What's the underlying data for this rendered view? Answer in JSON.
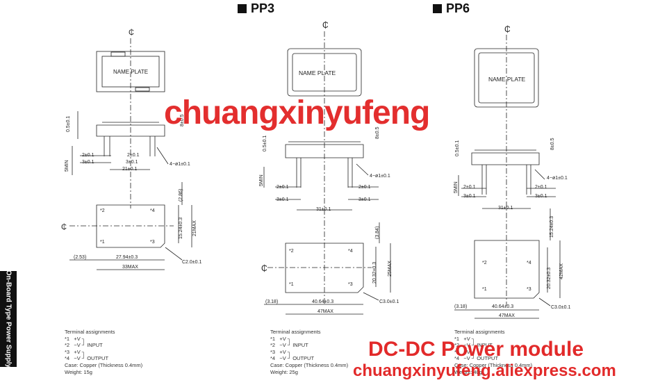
{
  "sections": {
    "pp3": {
      "title": "PP3"
    },
    "pp6": {
      "title": "PP6"
    }
  },
  "side_label": "On-Board Type Power Supply",
  "centerline_symbol": "₵",
  "drawings": {
    "left": {
      "name_plate": "NAME PLATE",
      "dims": {
        "h_05": "0.5±0.1",
        "h_8": "8±0.5",
        "pin_2": "2±0.1",
        "pin_2b": "2±0.1",
        "pin_3": "3±0.1",
        "pin_3b": "3±0.1",
        "span_21": "21±0.1",
        "holes": "4−ø1±0.1",
        "min5": "5MIN",
        "v_286": "(2.86)",
        "v_152": "15.24±0.3",
        "v_21max": "21MAX",
        "h_253": "(2.53)",
        "h_2794": "27.94±0.3",
        "h_33max": "33MAX",
        "chamfer": "C2.0±0.1"
      },
      "pins": {
        "p1": "*1",
        "p2": "*2",
        "p3": "*3",
        "p4": "*4"
      }
    },
    "mid": {
      "name_plate": "NAME PLATE",
      "dims": {
        "h_05": "0.5±0.1",
        "h_8": "8±0.5",
        "pin_2": "2±0.1",
        "pin_2b": "2±0.1",
        "pin_3": "3±0.1",
        "pin_3b": "3±0.1",
        "span_31": "31±0.1",
        "holes": "4−ø1±0.1",
        "min5": "5MIN",
        "v_384": "(3.84)",
        "v_2032": "20.32±0.3",
        "v_25max": "25MAX",
        "h_318": "(3.18)",
        "h_4064": "40.64±0.3",
        "h_47max": "47MAX",
        "chamfer": "C3.0±0.1"
      },
      "pins": {
        "p1": "*1",
        "p2": "*2",
        "p3": "*3",
        "p4": "*4"
      }
    },
    "right": {
      "name_plate": "NAME PLATE",
      "dims": {
        "h_05": "0.5±0.1",
        "h_8": "8±0.5",
        "pin_2": "2±0.1",
        "pin_2b": "2±0.1",
        "pin_3": "3±0.1",
        "pin_3b": "3±0.1",
        "span_31": "31±0.1",
        "holes": "4−ø1±0.1",
        "min5": "5MIN",
        "v_1524": "15.24±0.3",
        "v_2032": "20.32±0.3",
        "v_42max": "42MAX",
        "h_318": "(3.18)",
        "h_4064": "40.64±0.3",
        "h_47max": "47MAX",
        "chamfer": "C3.0±0.1"
      },
      "pins": {
        "p1": "*1",
        "p2": "*2",
        "p3": "*3",
        "p4": "*4"
      }
    }
  },
  "notes": {
    "left": {
      "heading": "Terminal assignments",
      "rows": [
        "*1   +V ┐",
        "*2   −V ┘ INPUT",
        "*3   +V ┐",
        "*4   −V ┘ OUTPUT"
      ],
      "case": "Case: Copper (Thickness 0.4mm)",
      "weight": "Weight: 15g"
    },
    "mid": {
      "heading": "Terminal assignments",
      "rows": [
        "*1   +V ┐",
        "*2   −V ┘ INPUT",
        "*3   +V ┐",
        "*4   −V ┘ OUTPUT"
      ],
      "case": "Case: Copper (Thickness 0.4mm)",
      "weight": "Weight: 25g"
    },
    "right": {
      "heading": "Terminal assignments",
      "rows": [
        "*1   +V ┐",
        "*2   −V ┘ INPUT",
        "*3   +V ┐",
        "*4   −V ┘ OUTPUT"
      ],
      "case": "Case: Copper (Thickness 0.4mm)",
      "weight": "Weight: 40g"
    }
  },
  "watermarks": {
    "brand": "chuangxinyufeng",
    "product": "DC-DC Power module",
    "store": "chuangxinyufeng.aliexpress.com"
  },
  "colors": {
    "watermark": "#e01818",
    "line": "#222222"
  }
}
